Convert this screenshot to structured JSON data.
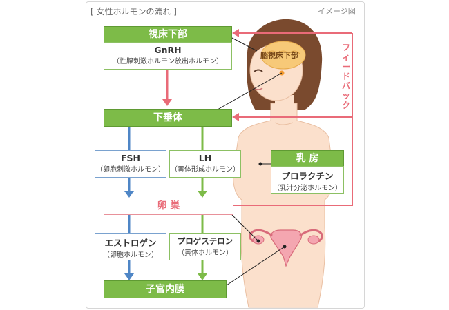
{
  "header": {
    "title": "[ 女性ホルモンの流れ ]",
    "note": "イメージ図"
  },
  "hypothalamus": {
    "label": "視床下部",
    "hormone": "GnRH",
    "hormone_desc": "（性腺刺激ホルモン放出ホルモン）"
  },
  "pituitary": {
    "label": "下垂体"
  },
  "fsh": {
    "label": "FSH",
    "desc": "（卵胞刺激ホルモン）"
  },
  "lh": {
    "label": "LH",
    "desc": "（黄体形成ホルモン）"
  },
  "ovary": {
    "label": "卵 巣"
  },
  "estrogen": {
    "label": "エストロゲン",
    "desc": "（卵胞ホルモン）"
  },
  "progesterone": {
    "label": "プロゲステロン",
    "desc": "（黄体ホルモン）"
  },
  "endometrium": {
    "label": "子宮内膜"
  },
  "breast": {
    "label": "乳 房",
    "hormone": "プロラクチン",
    "hormone_desc": "（乳汁分泌ホルモン）"
  },
  "brain_label": "脳視床下部",
  "feedback_label": "フィードバック",
  "colors": {
    "green": "#7dbb48",
    "pink": "#e96b78",
    "blue": "#4f86c6",
    "skin": "#fbe0cc",
    "hair": "#7a4a2e"
  }
}
